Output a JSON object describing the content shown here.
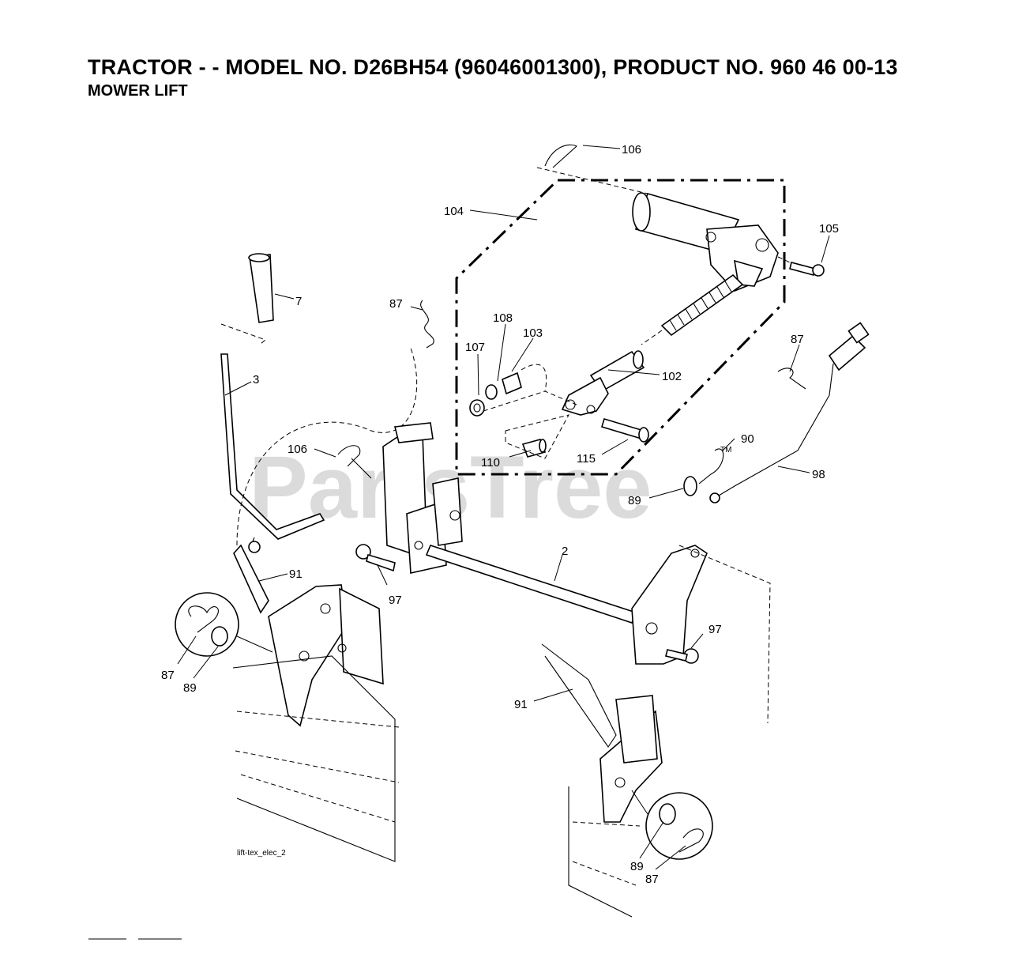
{
  "title": "TRACTOR - - MODEL NO. D26BH54 (96046001300), PRODUCT NO. 960 46 00-13",
  "subtitle": "MOWER LIFT",
  "watermark": "PartsTree",
  "watermark_tm": "TM",
  "drawing_id": "lift-tex_elec_2",
  "callouts": {
    "c106_top": "106",
    "c104": "104",
    "c105": "105",
    "c7": "7",
    "c87_mid": "87",
    "c108": "108",
    "c103": "103",
    "c107": "107",
    "c102": "102",
    "c87_right": "87",
    "c3": "3",
    "c106_left": "106",
    "c110": "110",
    "c115": "115",
    "c90": "90",
    "c98": "98",
    "c89_right": "89",
    "c2": "2",
    "c91_left": "91",
    "c97_mid": "97",
    "c87_circle_left": "87",
    "c89_circle_left": "89",
    "c97_right": "97",
    "c91_right": "91",
    "c89_circle_right": "89",
    "c87_circle_right": "87"
  }
}
